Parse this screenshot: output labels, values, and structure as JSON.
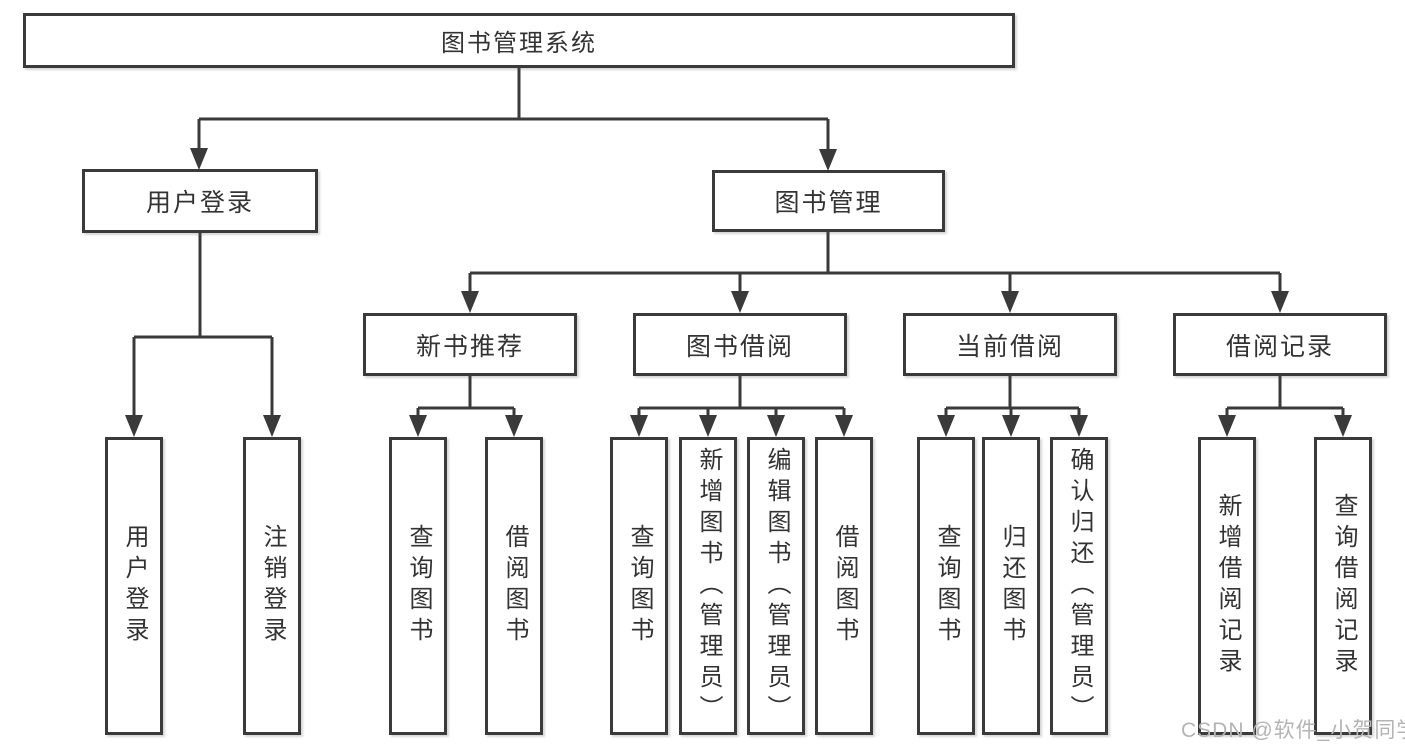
{
  "diagram": {
    "root": {
      "label": "图书管理系统"
    },
    "level2": [
      {
        "label": "用户登录",
        "children": [
          {
            "label": "用户登录"
          },
          {
            "label": "注销登录"
          }
        ]
      },
      {
        "label": "图书管理",
        "children": [
          {
            "label": "新书推荐",
            "children": [
              {
                "label": "查询图书"
              },
              {
                "label": "借阅图书"
              }
            ]
          },
          {
            "label": "图书借阅",
            "children": [
              {
                "label": "查询图书"
              },
              {
                "label": "新增图书（管理员）"
              },
              {
                "label": "编辑图书（管理员）"
              },
              {
                "label": "借阅图书"
              }
            ]
          },
          {
            "label": "当前借阅",
            "children": [
              {
                "label": "查询图书"
              },
              {
                "label": "归还图书"
              },
              {
                "label": "确认归还（管理员）"
              }
            ]
          },
          {
            "label": "借阅记录",
            "children": [
              {
                "label": "新增借阅记录"
              },
              {
                "label": "查询借阅记录"
              }
            ]
          }
        ]
      }
    ]
  },
  "watermark": "CSDN @软件_小贺同学",
  "colors": {
    "line": "#3a3a3a",
    "text": "#333333",
    "watermark": "#b4b4b4",
    "background": "#ffffff"
  }
}
